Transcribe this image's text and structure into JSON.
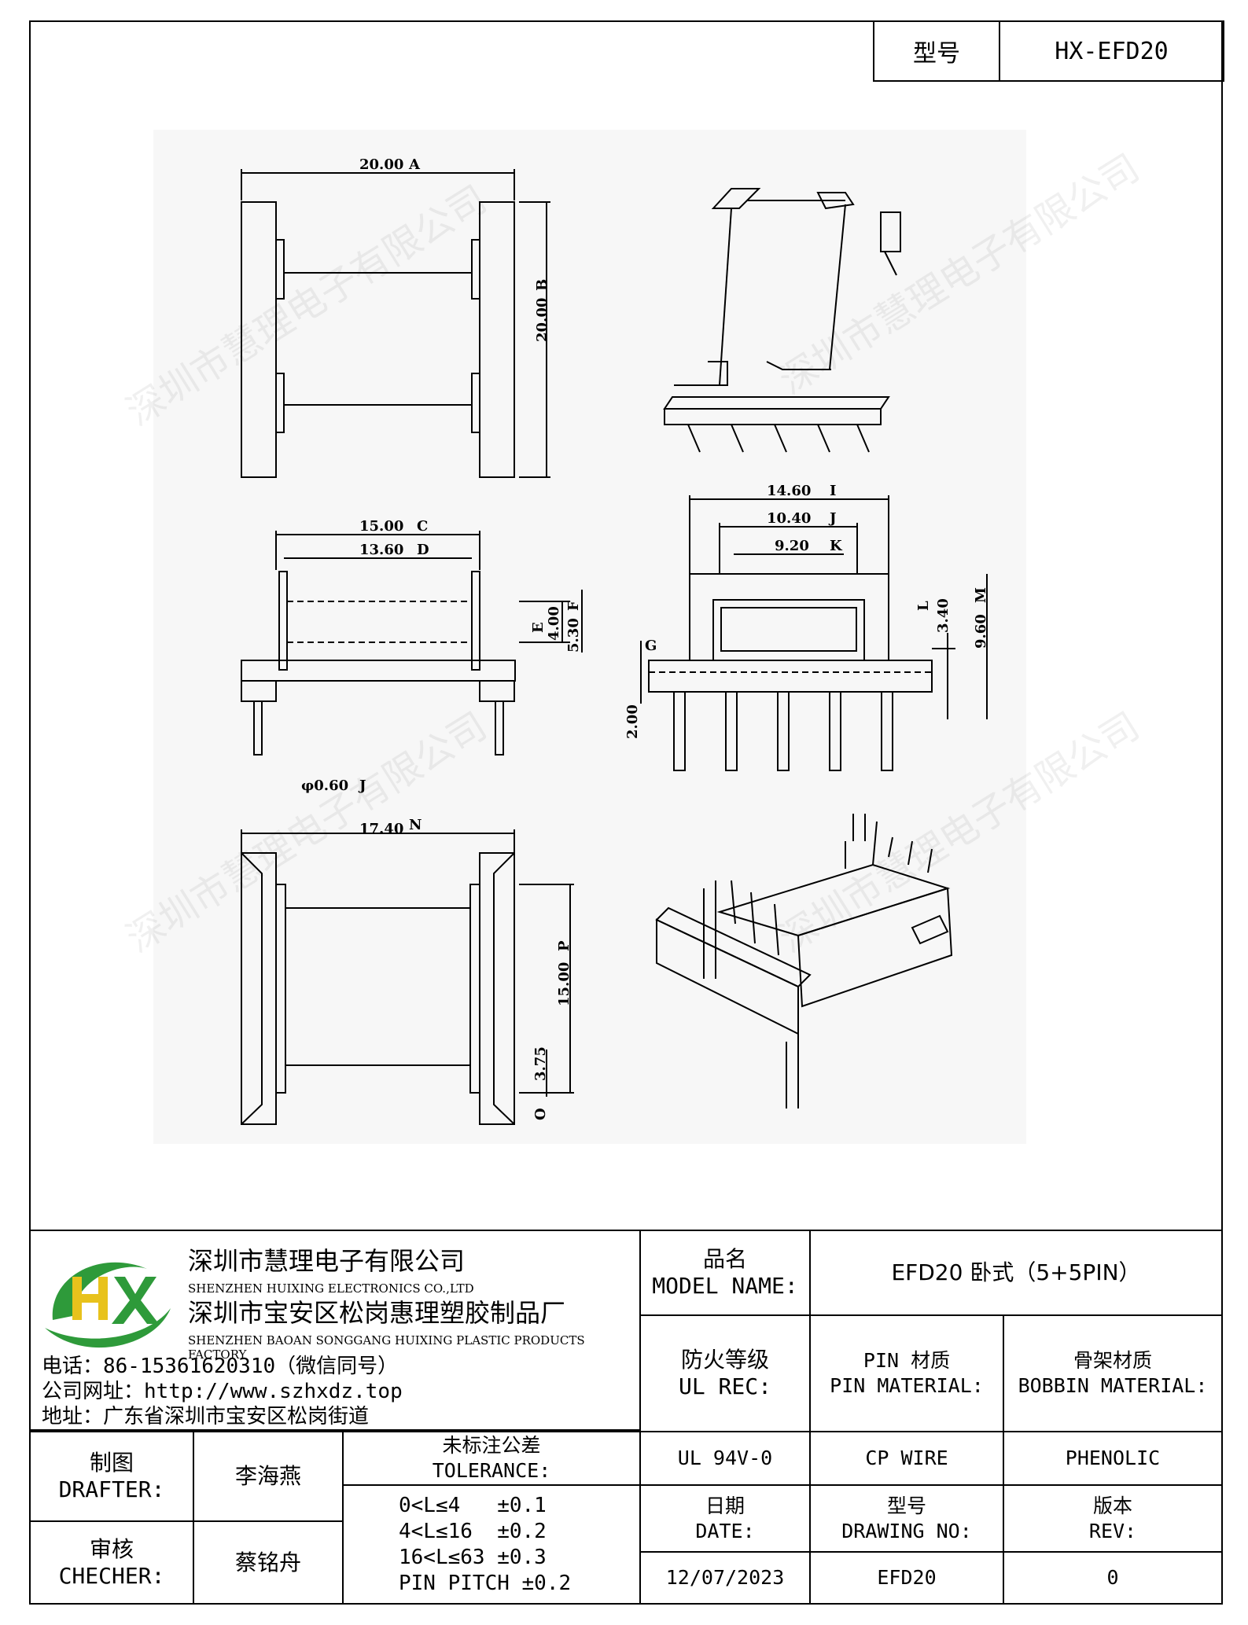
{
  "header": {
    "model_label": "型号",
    "model_value": "HX-EFD20"
  },
  "watermark": "深圳市慧理电子有限公司",
  "drawing": {
    "top_view": {
      "width_dim": "20.00",
      "width_ref": "A",
      "height_dim": "20.00",
      "height_ref": "B"
    },
    "side_view": {
      "dim_c": "15.00",
      "ref_c": "C",
      "dim_d": "13.60",
      "ref_d": "D",
      "dim_e": "4.00",
      "ref_e": "E",
      "dim_f": "5.30",
      "ref_f": "F",
      "pin_dim": "φ0.60",
      "pin_ref": "J"
    },
    "front_view": {
      "dim_i": "14.60",
      "ref_i": "I",
      "dim_j": "10.40",
      "ref_j": "J",
      "dim_k": "9.20",
      "ref_k": "K",
      "dim_l": "3.40",
      "ref_l": "L",
      "dim_m": "9.60",
      "ref_m": "M",
      "dim_g": "2.00",
      "ref_g": "G"
    },
    "bottom_view": {
      "dim_n": "17.40",
      "ref_n": "N",
      "dim_p": "15.00",
      "ref_p": "P",
      "dim_o": "3.75",
      "ref_o": "O"
    }
  },
  "company": {
    "logo_text": "HX",
    "name_cn": "深圳市慧理电子有限公司",
    "name_en": "SHENZHEN HUIXING ELECTRONICS CO.,LTD",
    "factory_cn": "深圳市宝安区松岗惠理塑胶制品厂",
    "factory_en": "SHENZHEN BAOAN SONGGANG HUIXING PLASTIC PRODUCTS FACTORY",
    "phone": "电话：86-15361620310（微信同号）",
    "website": "公司网址：http://www.szhxdz.top",
    "address": "地址：广东省深圳市宝安区松岗街道"
  },
  "title_block": {
    "model_name_cn": "品名",
    "model_name_en": "MODEL NAME:",
    "model_name_value": "EFD20 卧式（5+5PIN）",
    "ul_rec_cn": "防火等级",
    "ul_rec_en": "UL REC:",
    "pin_material_cn": "PIN 材质",
    "pin_material_en": "PIN MATERIAL:",
    "bobbin_material_cn": "骨架材质",
    "bobbin_material_en": "BOBBIN MATERIAL:",
    "ul_rec_value": "UL 94V-0",
    "pin_material_value": "CP WIRE",
    "bobbin_material_value": "PHENOLIC",
    "drafter_cn": "制图",
    "drafter_en": "DRAFTER:",
    "drafter_name": "李海燕",
    "checker_cn": "审核",
    "checker_en": "CHECHER:",
    "checker_name": "蔡铭舟",
    "tolerance_cn": "未标注公差",
    "tolerance_en": "TOLERANCE:",
    "tolerances": [
      "0<L≤4   ±0.1",
      "4<L≤16  ±0.2",
      "16<L≤63 ±0.3",
      "PIN PITCH ±0.2"
    ],
    "date_cn": "日期",
    "date_en": "DATE:",
    "date_value": "12/07/2023",
    "drawing_no_cn": "型号",
    "drawing_no_en": "DRAWING NO:",
    "drawing_no_value": "EFD20",
    "rev_cn": "版本",
    "rev_en": "REV:",
    "rev_value": "0"
  },
  "colors": {
    "logo_green": "#2e9a3a",
    "logo_yellow": "#e8c21c",
    "line": "#000000"
  }
}
